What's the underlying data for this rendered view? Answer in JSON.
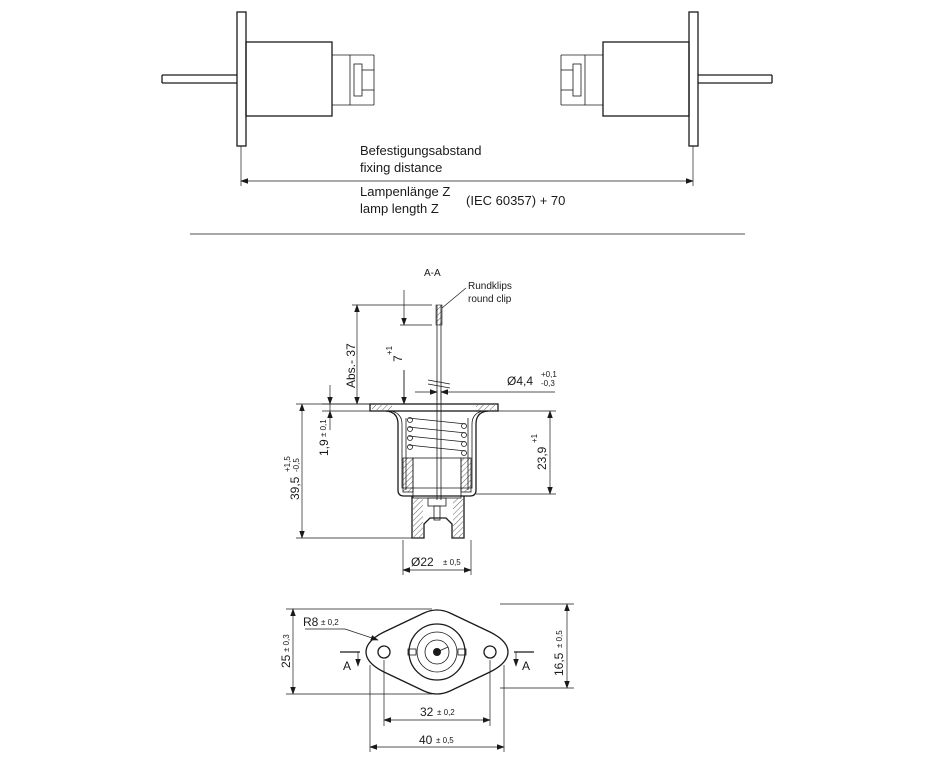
{
  "top_view": {
    "fixing_distance_de": "Befestigungsabstand",
    "fixing_distance_en": "fixing distance",
    "lamp_length_de": "Lampenlänge Z",
    "lamp_length_en": "lamp length Z",
    "lamp_length_formula": "(IEC 60357) + 70"
  },
  "section": {
    "title": "A-A",
    "clip_de": "Rundklips",
    "clip_en": "round clip",
    "abs_label": "Abs.- 37",
    "dim_7": "7",
    "dim_7_tol": "+1",
    "dim_diam44": "Ø4,4",
    "dim_diam44_tol_up": "+0,1",
    "dim_diam44_tol_lo": "-0,3",
    "dim_19": "1,9",
    "dim_19_tol": "± 0,1",
    "dim_395": "39,5",
    "dim_395_tol_up": "+1,5",
    "dim_395_tol_lo": "-0,5",
    "dim_239": "23,9",
    "dim_239_tol": "+1",
    "dim_diam22": "Ø22",
    "dim_diam22_tol": "± 0,5"
  },
  "plan_view": {
    "dim_r8": "R8",
    "dim_r8_tol": "± 0,2",
    "dim_25": "25",
    "dim_25_tol": "± 0,3",
    "dim_165": "16,5",
    "dim_165_tol": "± 0,5",
    "dim_32": "32",
    "dim_32_tol": "± 0,2",
    "dim_40": "40",
    "dim_40_tol": "± 0,5",
    "section_marker": "A"
  }
}
